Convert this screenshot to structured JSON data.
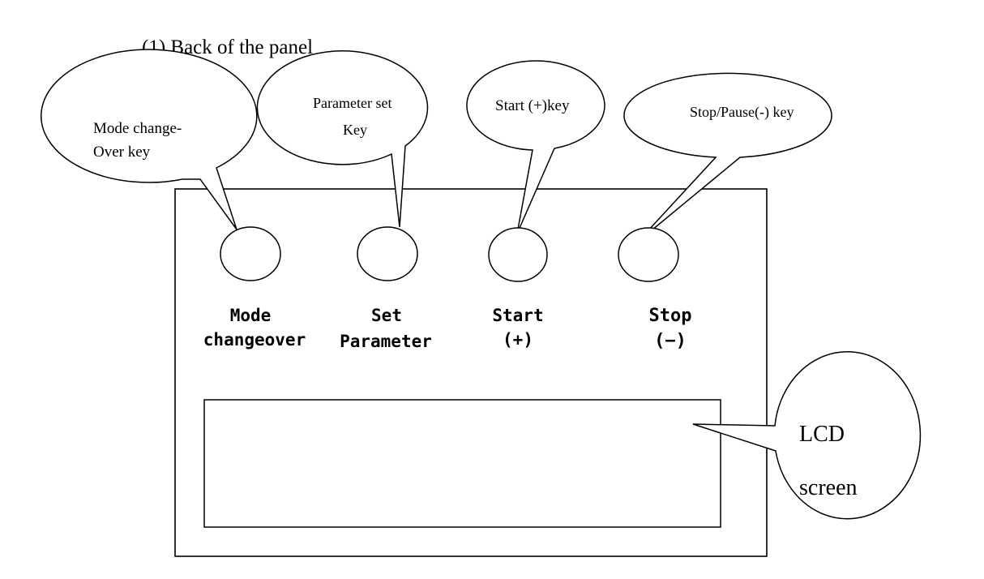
{
  "heading": "(1) Back of the panel",
  "callouts": {
    "mode": [
      "Mode change-",
      "Over key"
    ],
    "set": [
      "Parameter set",
      "Key"
    ],
    "start": [
      "Start (+)key"
    ],
    "stop": [
      "Stop/Pause(-) key"
    ],
    "lcd": [
      "LCD",
      "screen"
    ]
  },
  "buttons": {
    "mode": [
      "Mode",
      "changeover"
    ],
    "set": [
      "Set",
      "Parameter"
    ],
    "start": [
      "Start",
      "(+)"
    ],
    "stop": [
      "Stop",
      "(−)"
    ]
  },
  "colors": {
    "stroke": "#000000",
    "fill": "#ffffff",
    "text": "#000000"
  }
}
